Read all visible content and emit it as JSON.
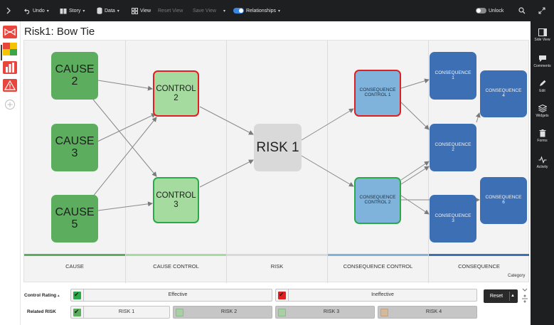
{
  "toolbar": {
    "undo": "Undo",
    "story": "Story",
    "data": "Data",
    "view": "View",
    "reset_view": "Reset View",
    "save_view": "Save View",
    "relationships": "Relationships",
    "unlock": "Unlock",
    "relationships_on": true,
    "unlock_on": false
  },
  "right_rail": {
    "side_view": "Side View",
    "comments": "Comments",
    "edit": "Edit",
    "widgets": "Widgets",
    "forms": "Forms",
    "activity": "Activity"
  },
  "page": {
    "title": "Risk1: Bow Tie"
  },
  "diagram": {
    "columns": [
      "CAUSE",
      "CAUSE CONTROL",
      "RISK",
      "CONSEQUENCE CONTROL",
      "CONSEQUENCE"
    ],
    "column_colors": [
      "#5cad5e",
      "#a6dba0",
      "#d9d9d9",
      "#7fb3dc",
      "#3d6fb4"
    ],
    "category_label": "Category",
    "nodes": {
      "cause2": "CAUSE\n2",
      "cause3": "CAUSE\n3",
      "cause5": "CAUSE\n5",
      "control2": "CONTROL\n2",
      "control3": "CONTROL\n3",
      "risk1": "RISK 1",
      "cc1": "CONSEQUENCE\nCONTROL 1",
      "cc2": "CONSEQUENCE\nCONTROL 2",
      "cons1": "CONSEQUENCE\n1",
      "cons2": "CONSEQUENCE\n2",
      "cons3": "CONSEQUENCE\n3",
      "cons4": "CONSEQUENCE\n4",
      "cons6": "CONSEQUENCE\n6"
    }
  },
  "legend": {
    "control_rating_label": "Control Rating",
    "related_risk_label": "Related RISK",
    "effective": "Effective",
    "ineffective": "Ineffective",
    "risks": [
      "RISK 1",
      "RISK 2",
      "RISK 3",
      "RISK 4"
    ],
    "reset": "Reset",
    "colors": {
      "effective": "#2aa84a",
      "ineffective": "#e02020"
    }
  }
}
